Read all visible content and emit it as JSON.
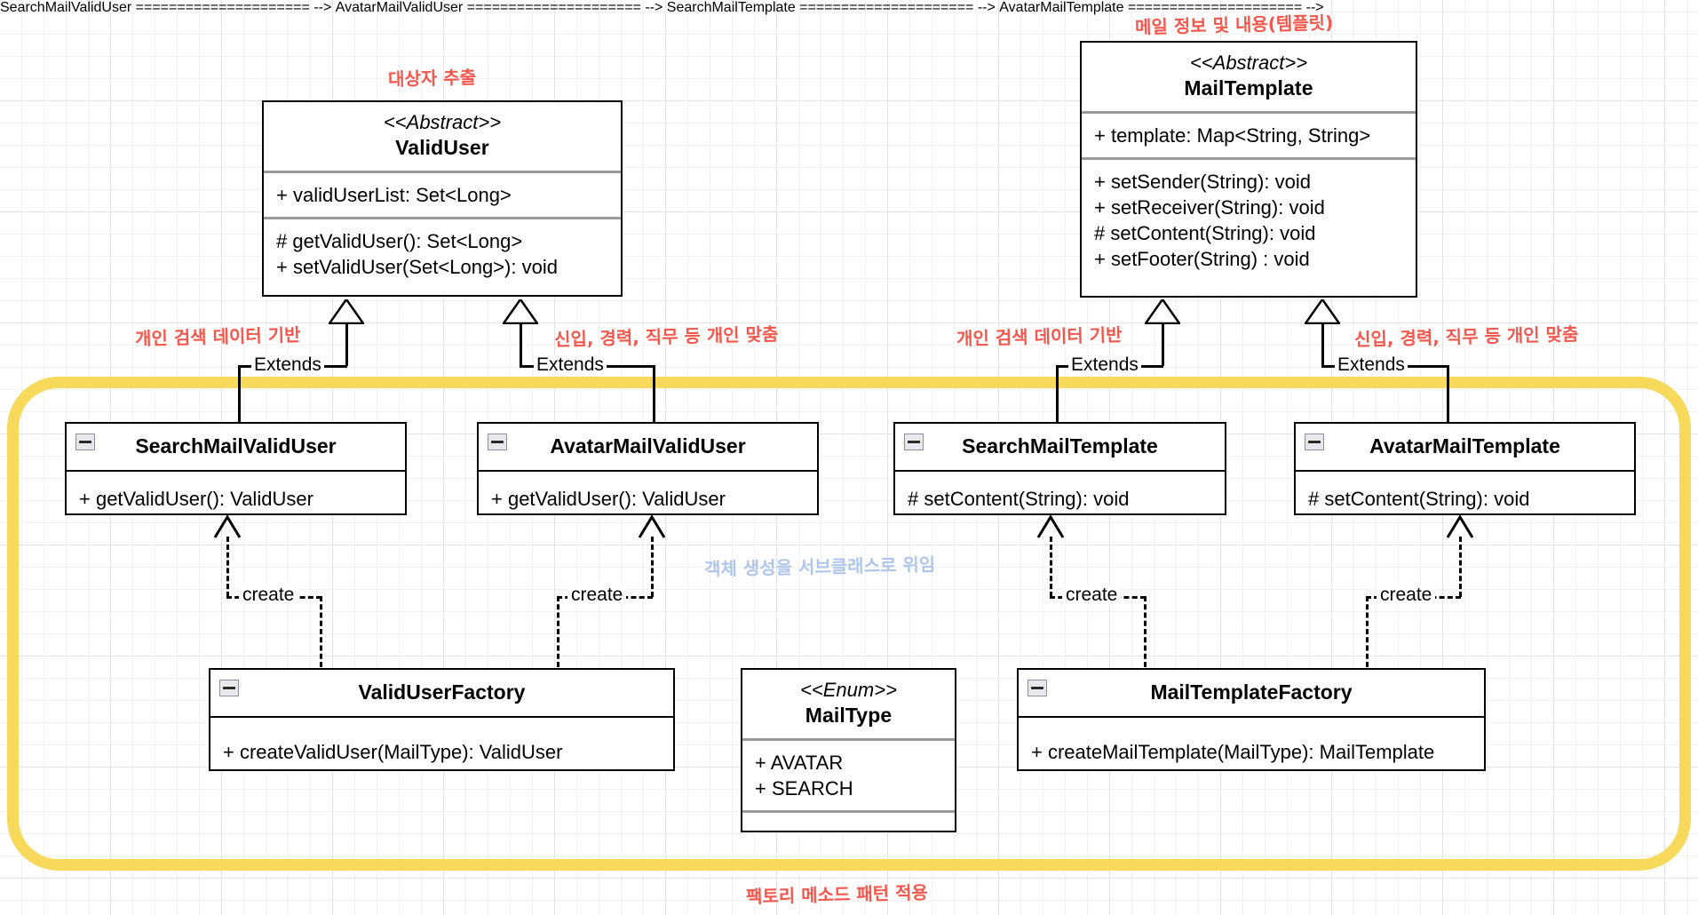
{
  "diagram": {
    "title_annotations": {
      "valid_user": "대상자 추출",
      "mail_template": "메일 정보 및 내용(템플릿)",
      "factory_pattern": "팩토리 메소드 패턴 적용",
      "delegate": "객체 생성을 서브클래스로 위임"
    },
    "edge_labels": {
      "extends": "Extends",
      "create": "create"
    },
    "extends_annotations": {
      "search_valid_user": "개인 검색 데이터 기반",
      "avatar_valid_user": "신입, 경력, 직무 등 개인 맞춤",
      "search_template": "개인 검색 데이터 기반",
      "avatar_template": "신입, 경력, 직무 등 개인 맞춤"
    },
    "colors": {
      "annotation_red": "#F4574C",
      "annotation_blue": "#AFC6EA",
      "highlight_yellow": "#F7D95C"
    },
    "classes": {
      "valid_user": {
        "stereotype": "<<Abstract>>",
        "name": "ValidUser",
        "attributes": [
          "+ validUserList: Set<Long>"
        ],
        "methods": [
          "# getValidUser(): Set<Long>",
          "+ setValidUser(Set<Long>): void"
        ]
      },
      "mail_template": {
        "stereotype": "<<Abstract>>",
        "name": "MailTemplate",
        "attributes": [
          "+ template: Map<String, String>"
        ],
        "methods": [
          "+ setSender(String): void",
          "+ setReceiver(String): void",
          "# setContent(String): void",
          "+ setFooter(String) : void"
        ]
      },
      "search_mail_valid_user": {
        "name": "SearchMailValidUser",
        "methods": [
          "+ getValidUser(): ValidUser"
        ]
      },
      "avatar_mail_valid_user": {
        "name": "AvatarMailValidUser",
        "methods": [
          "+ getValidUser(): ValidUser"
        ]
      },
      "search_mail_template": {
        "name": "SearchMailTemplate",
        "methods": [
          "# setContent(String): void"
        ]
      },
      "avatar_mail_template": {
        "name": "AvatarMailTemplate",
        "methods": [
          "# setContent(String): void"
        ]
      },
      "valid_user_factory": {
        "name": "ValidUserFactory",
        "methods": [
          "+ createValidUser(MailType): ValidUser"
        ]
      },
      "mail_template_factory": {
        "name": "MailTemplateFactory",
        "methods": [
          "+ createMailTemplate(MailType): MailTemplate"
        ]
      },
      "mail_type": {
        "stereotype": "<<Enum>>",
        "name": "MailType",
        "values": [
          "+ AVATAR",
          "+ SEARCH"
        ]
      }
    }
  }
}
